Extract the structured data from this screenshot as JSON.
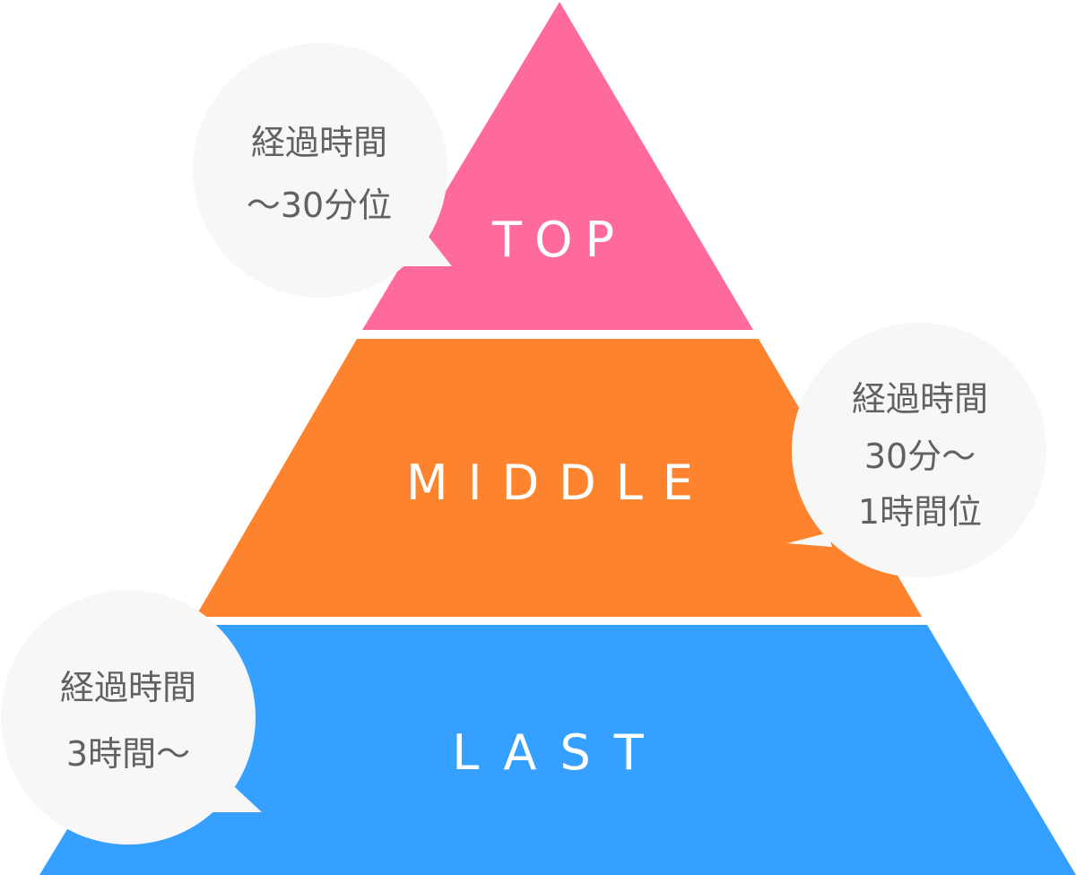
{
  "pyramid": {
    "tiers": [
      {
        "id": "top",
        "label": "TOP",
        "color": "#ff6a9c"
      },
      {
        "id": "middle",
        "label": "MIDDLE",
        "color": "#fe832e"
      },
      {
        "id": "last",
        "label": "LAST",
        "color": "#35a0ff"
      }
    ]
  },
  "bubbles": {
    "top": {
      "line1": "経過時間",
      "line2": "～30分位"
    },
    "middle": {
      "line1": "経過時間",
      "line2": "30分～",
      "line3": "1時間位"
    },
    "last": {
      "line1": "経過時間",
      "line2": "3時間～"
    }
  },
  "colors": {
    "bubble_fill": "#f7f7f7",
    "text_gray": "#616161",
    "background": "#ffffff"
  }
}
